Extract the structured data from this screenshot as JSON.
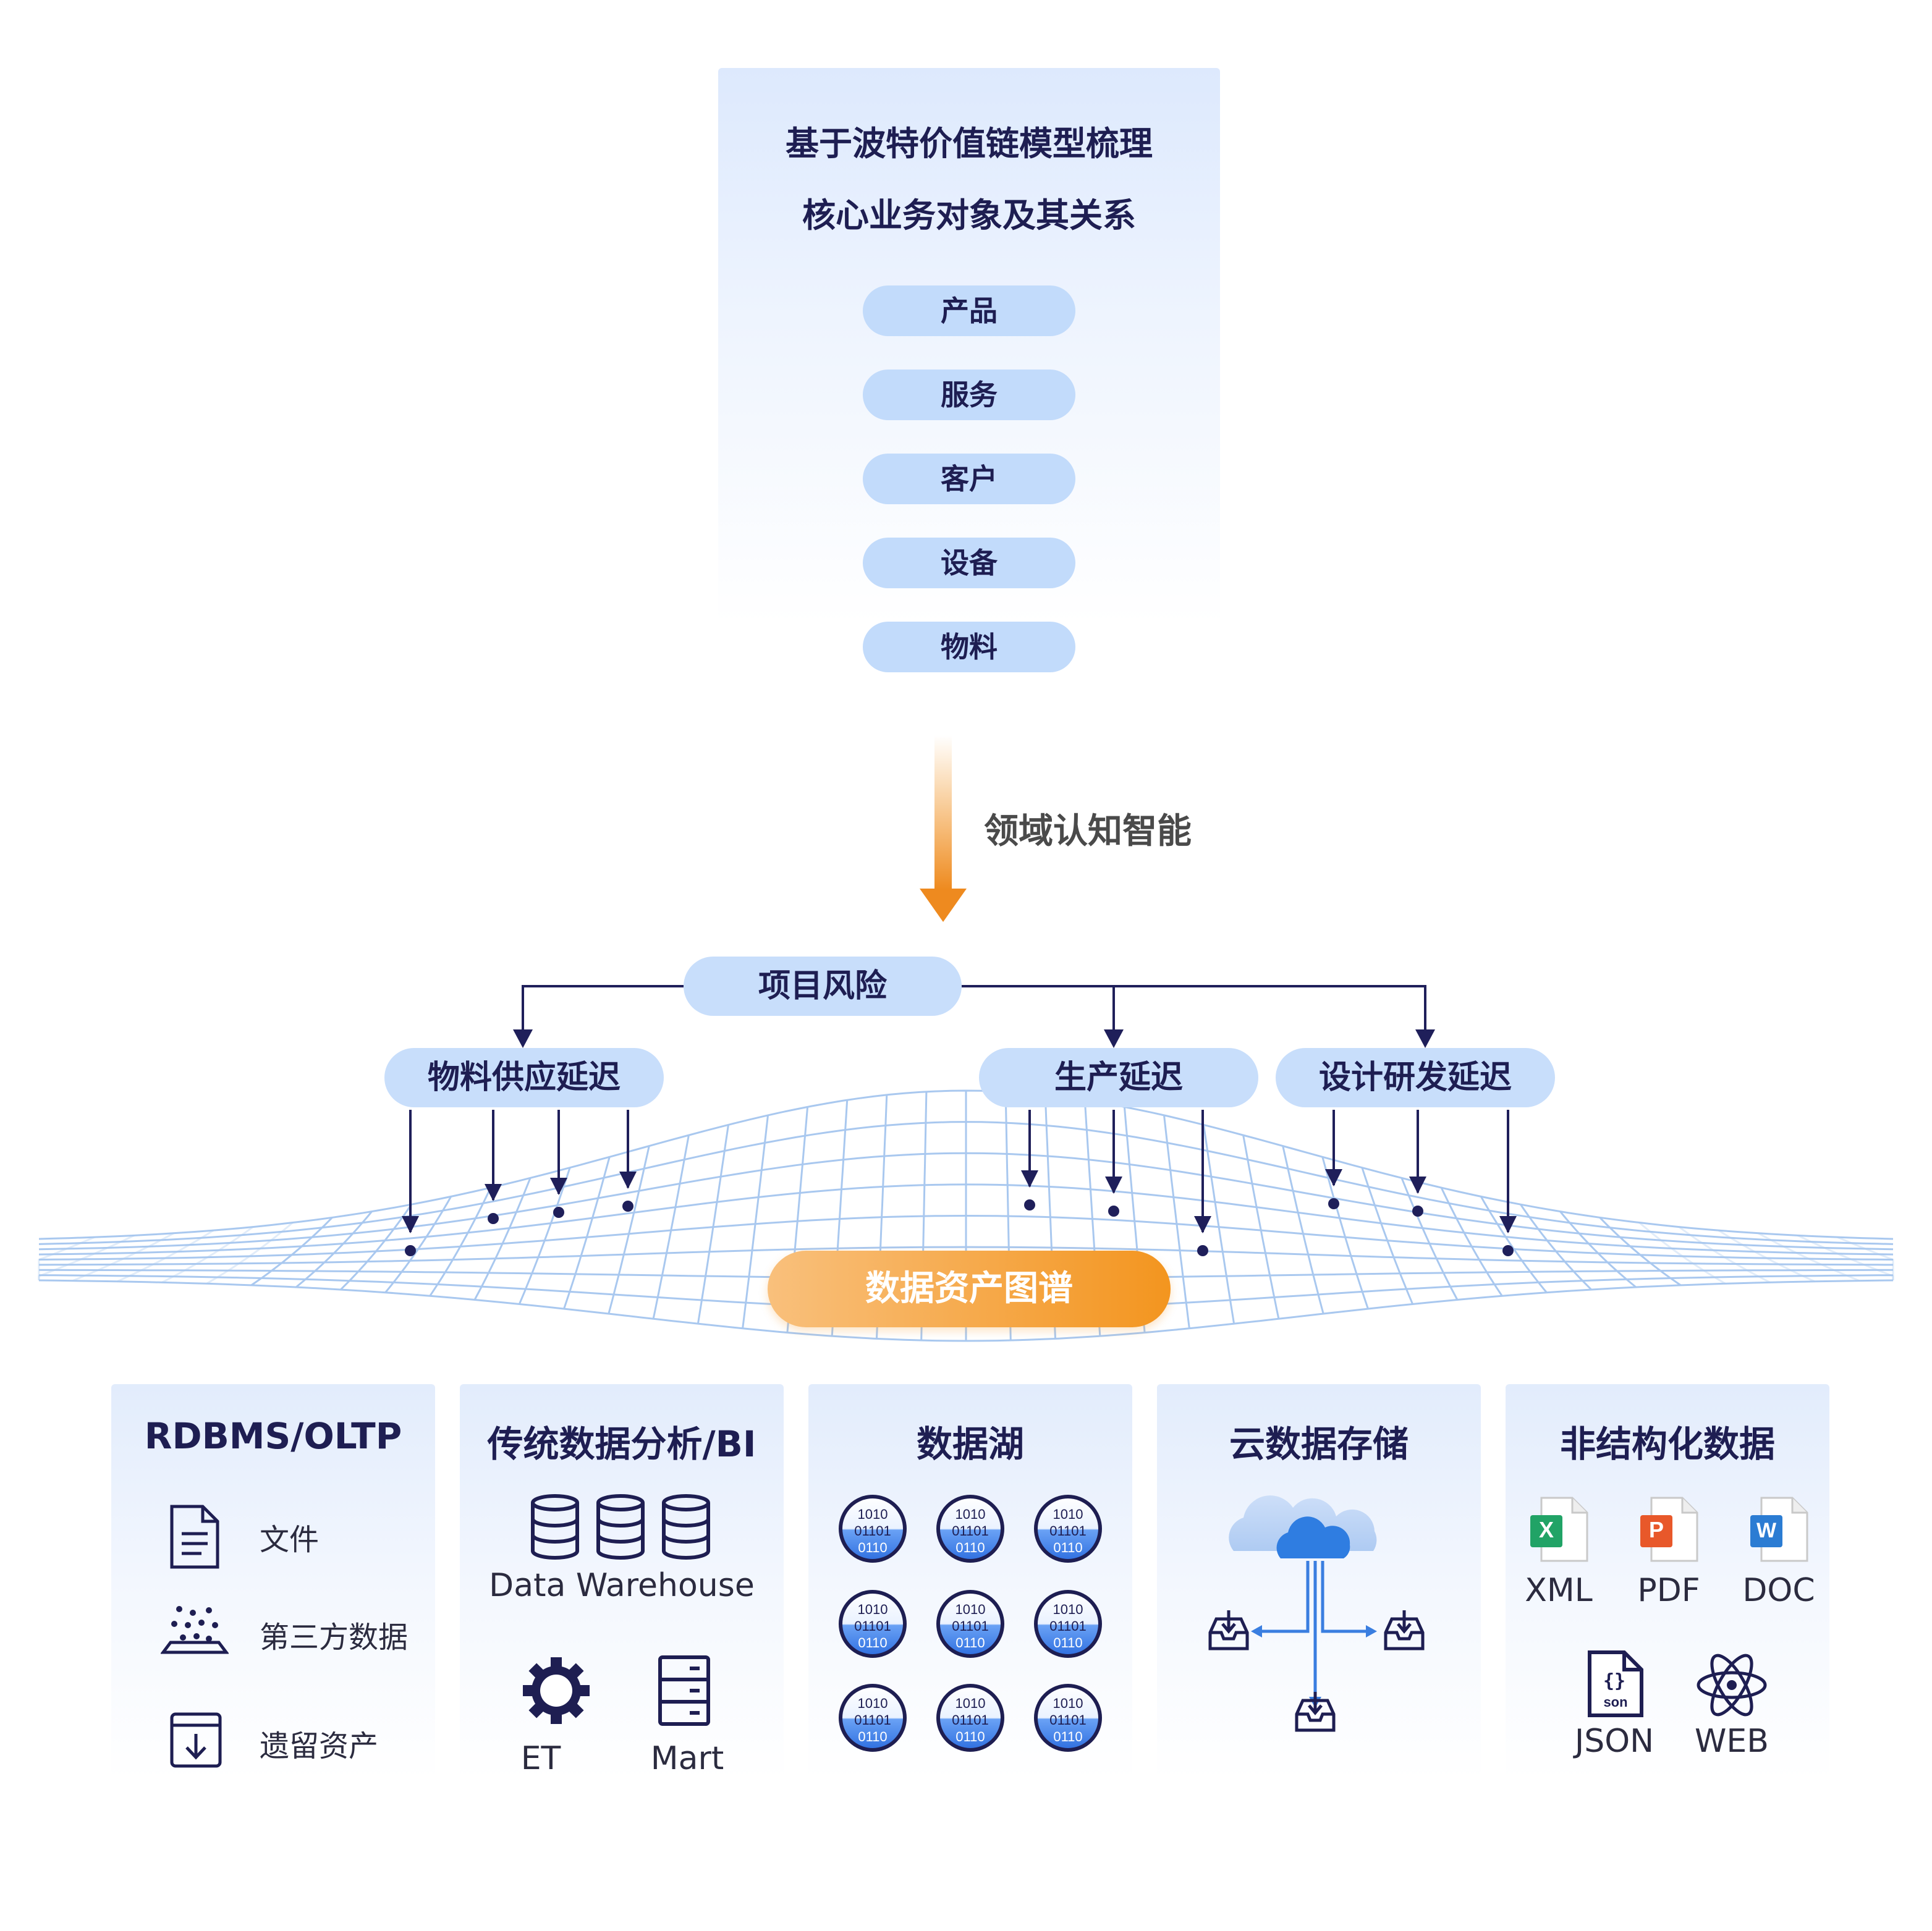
{
  "top_panel": {
    "title_line1": "基于波特价值链模型梳理",
    "title_line2": "核心业务对象及其关系",
    "items": [
      "产品",
      "服务",
      "客户",
      "设备",
      "物料"
    ]
  },
  "arrow_label": "领域认知智能",
  "tree": {
    "root": "项目风险",
    "children": [
      "物料供应延迟",
      "生产延迟",
      "设计研发延迟"
    ]
  },
  "center": "数据资产图谱",
  "cards": [
    {
      "title": "RDBMS/OLTP",
      "items": [
        "文件",
        "第三方数据",
        "遗留资产"
      ]
    },
    {
      "title": "传统数据分析/BI",
      "items": [
        "Data Warehouse",
        "ET",
        "Mart"
      ]
    },
    {
      "title": "数据湖",
      "binary": [
        "1010",
        "01101",
        "0110"
      ]
    },
    {
      "title": "云数据存储"
    },
    {
      "title": "非结构化数据",
      "items": [
        "XML",
        "PDF",
        "DOC",
        "JSON",
        "WEB"
      ],
      "badges": [
        "X",
        "P",
        "W"
      ],
      "json_glyph": "{}",
      "json_sub": "son"
    }
  ],
  "colors": {
    "navy": "#1e1e52",
    "arrow_navy": "#1f1f5a",
    "pill_blue": "#c2dbfb",
    "orange_start": "#f9c07c",
    "orange_end": "#f3951f",
    "grid_blue": "#a9c8ef",
    "excel_green": "#21a366",
    "ppt_orange": "#e8582a",
    "word_blue": "#2b7cd3",
    "cloud_blue": "#2f7de1"
  },
  "icons": [
    "file-icon",
    "third-party-data-icon",
    "legacy-asset-icon",
    "database-icon",
    "gear-icon",
    "cabinet-icon",
    "binary-disc-icon",
    "cloud-icon",
    "tray-icon",
    "excel-file-icon",
    "ppt-file-icon",
    "word-file-icon",
    "json-file-icon",
    "atom-icon"
  ]
}
